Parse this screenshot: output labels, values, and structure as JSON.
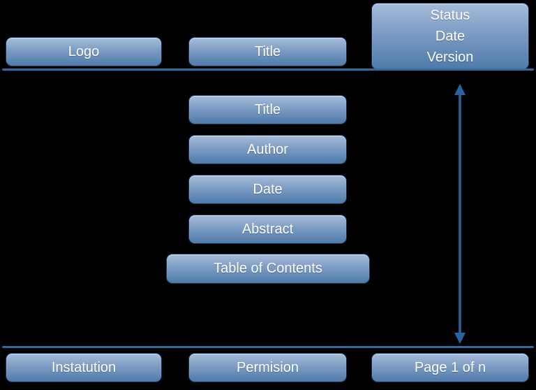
{
  "diagram": {
    "header": {
      "logo_label": "Logo",
      "title_label": "Title",
      "status_lines": [
        "Status",
        "Date",
        "Version"
      ]
    },
    "content": {
      "title_label": "Title",
      "author_label": "Author",
      "date_label": "Date",
      "abstract_label": "Abstract",
      "toc_label": "Table of Contents"
    },
    "footer": {
      "institution_label": "Instatution",
      "permission_label": "Permision",
      "page_label": "Page 1 of n"
    },
    "colors": {
      "background": "#000000",
      "box_gradient_top": "#a6bdda",
      "box_gradient_bottom": "#4e7aaa",
      "box_border": "#16324f",
      "divider_line": "#2e6da4",
      "arrow": "#2565a6",
      "label_text": "#ffffff"
    }
  }
}
